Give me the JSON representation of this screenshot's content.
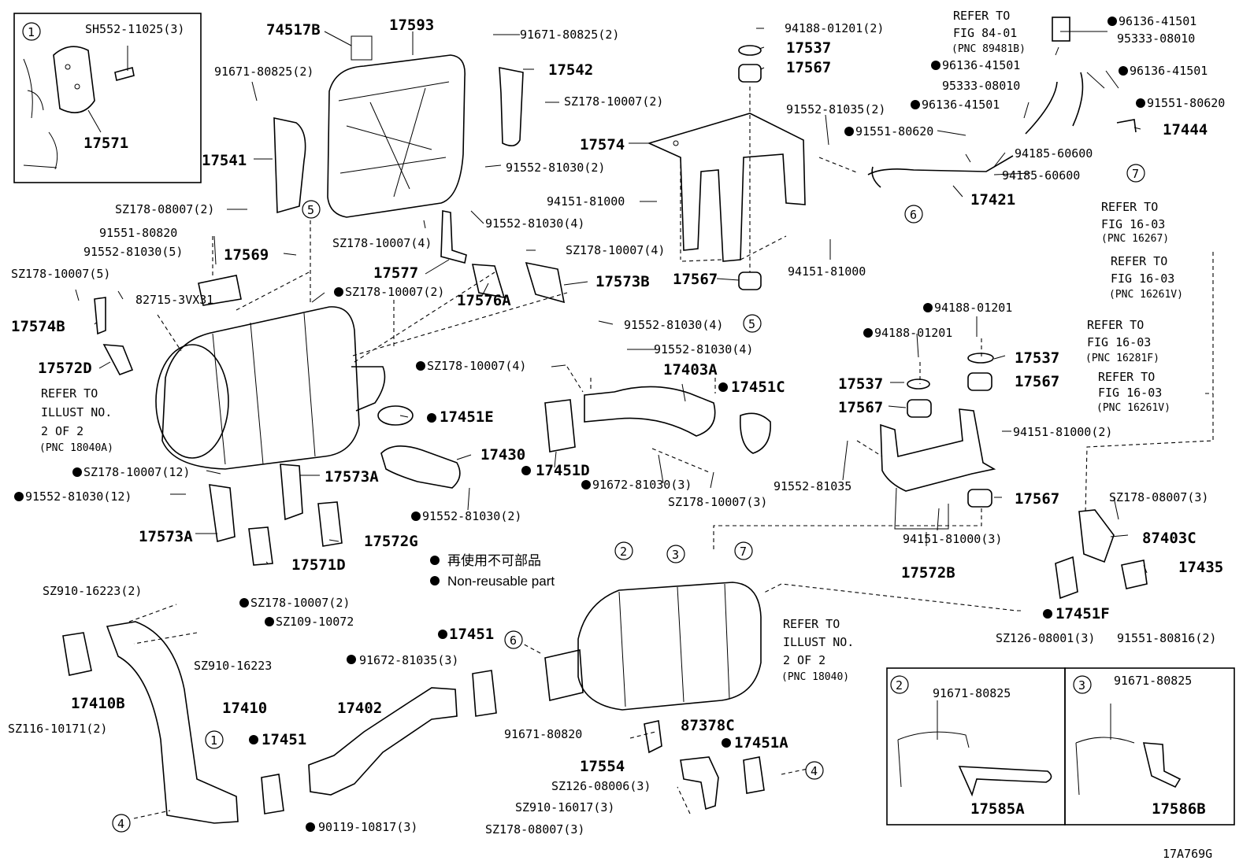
{
  "diagram_code": "17A769G",
  "legend": {
    "jp": "再使用不可部品",
    "en": "Non-reusable part"
  },
  "notes": {
    "refer_84_01": [
      "REFER TO",
      "FIG 84-01",
      "(PNC 89481B)"
    ],
    "refer_16267": [
      "REFER TO",
      "FIG 16-03",
      "(PNC 16267)"
    ],
    "refer_16261v_a": [
      "REFER TO",
      "FIG 16-03",
      "(PNC 16261V)"
    ],
    "refer_16281f": [
      "REFER TO",
      "FIG 16-03",
      "(PNC 16281F)"
    ],
    "refer_16261v_b": [
      "REFER TO",
      "FIG 16-03",
      "(PNC 16261V)"
    ],
    "illust_18040a": [
      "REFER TO",
      "ILLUST NO.",
      "2 OF 2",
      "(PNC 18040A)"
    ],
    "illust_18040": [
      "REFER TO",
      "ILLUST NO.",
      "2 OF 2",
      "(PNC 18040)"
    ]
  },
  "callouts": [
    "1",
    "2",
    "3",
    "4",
    "5",
    "6",
    "7"
  ],
  "parts": [
    {
      "id": "p17571",
      "text": "17571"
    },
    {
      "id": "psh552",
      "text": "SH552-11025(3)"
    },
    {
      "id": "p74517b",
      "text": "74517B"
    },
    {
      "id": "p17593",
      "text": "17593"
    },
    {
      "id": "p91671a",
      "text": "91671-80825(2)"
    },
    {
      "id": "p91671b",
      "text": "91671-80825(2)"
    },
    {
      "id": "p17542",
      "text": "17542"
    },
    {
      "id": "p17541",
      "text": "17541"
    },
    {
      "id": "psz10007a",
      "text": "SZ178-10007(2)"
    },
    {
      "id": "p91552a",
      "text": "91552-81030(2)"
    },
    {
      "id": "p94188a",
      "text": "94188-01201(2)"
    },
    {
      "id": "p17537a",
      "text": "17537"
    },
    {
      "id": "p17567a",
      "text": "17567"
    },
    {
      "id": "p91552b",
      "text": "91552-81035(2)"
    },
    {
      "id": "p17574",
      "text": "17574"
    },
    {
      "id": "p91551a",
      "text": "91551-80620"
    },
    {
      "id": "p96136a",
      "text": "96136-41501"
    },
    {
      "id": "p96136b",
      "text": "96136-41501"
    },
    {
      "id": "p96136c",
      "text": "96136-41501"
    },
    {
      "id": "p96136d",
      "text": "96136-41501"
    },
    {
      "id": "p95333a",
      "text": "95333-08010"
    },
    {
      "id": "p95333b",
      "text": "95333-08010"
    },
    {
      "id": "p91551b",
      "text": "91551-80620"
    },
    {
      "id": "p17444",
      "text": "17444"
    },
    {
      "id": "p94185a",
      "text": "94185-60600"
    },
    {
      "id": "p94185b",
      "text": "94185-60600"
    },
    {
      "id": "p17421",
      "text": "17421"
    },
    {
      "id": "psz08007a",
      "text": "SZ178-08007(2)"
    },
    {
      "id": "p94151a",
      "text": "94151-81000"
    },
    {
      "id": "p91552c",
      "text": "91552-81030(4)"
    },
    {
      "id": "p91551c",
      "text": "91551-80820"
    },
    {
      "id": "p91552d",
      "text": "91552-81030(5)"
    },
    {
      "id": "p17569",
      "text": "17569"
    },
    {
      "id": "psz10007b",
      "text": "SZ178-10007(4)"
    },
    {
      "id": "psz10007c",
      "text": "SZ178-10007(4)"
    },
    {
      "id": "p94151b",
      "text": "94151-81000"
    },
    {
      "id": "psz10007d",
      "text": "SZ178-10007(5)"
    },
    {
      "id": "p17577",
      "text": "17577"
    },
    {
      "id": "p17573b",
      "text": "17573B"
    },
    {
      "id": "p17567b",
      "text": "17567"
    },
    {
      "id": "p82715",
      "text": "82715-3VX31"
    },
    {
      "id": "psz10007e",
      "text": "SZ178-10007(2)"
    },
    {
      "id": "p17576a",
      "text": "17576A"
    },
    {
      "id": "p17574b",
      "text": "17574B"
    },
    {
      "id": "p91552e",
      "text": "91552-81030(4)"
    },
    {
      "id": "p94188b",
      "text": "94188-01201"
    },
    {
      "id": "p94188c",
      "text": "94188-01201"
    },
    {
      "id": "p17572d",
      "text": "17572D"
    },
    {
      "id": "p91552f",
      "text": "91552-81030(4)"
    },
    {
      "id": "psz10007f",
      "text": "SZ178-10007(4)"
    },
    {
      "id": "p17403a",
      "text": "17403A"
    },
    {
      "id": "p17451c",
      "text": "17451C"
    },
    {
      "id": "p17537b",
      "text": "17537"
    },
    {
      "id": "p17537c",
      "text": "17537"
    },
    {
      "id": "p17567c",
      "text": "17567"
    },
    {
      "id": "p17567d",
      "text": "17567"
    },
    {
      "id": "p17451e",
      "text": "17451E"
    },
    {
      "id": "p94151c",
      "text": "94151-81000(2)"
    },
    {
      "id": "p17430",
      "text": "17430"
    },
    {
      "id": "p17451d",
      "text": "17451D"
    },
    {
      "id": "p91672a",
      "text": "91672-81030(3)"
    },
    {
      "id": "p91552g",
      "text": "91552-81035"
    },
    {
      "id": "psz10007g",
      "text": "SZ178-10007(12)"
    },
    {
      "id": "psz10007h",
      "text": "SZ178-10007(3)"
    },
    {
      "id": "p91552h",
      "text": "91552-81030(12)"
    },
    {
      "id": "p17573a1",
      "text": "17573A"
    },
    {
      "id": "p91552i",
      "text": "91552-81030(2)"
    },
    {
      "id": "p17567e",
      "text": "17567"
    },
    {
      "id": "psz08007b",
      "text": "SZ178-08007(3)"
    },
    {
      "id": "p87403c",
      "text": "87403C"
    },
    {
      "id": "p17573a2",
      "text": "17573A"
    },
    {
      "id": "p17572g",
      "text": "17572G"
    },
    {
      "id": "p94151d",
      "text": "94151-81000(3)"
    },
    {
      "id": "p17571d",
      "text": "17571D"
    },
    {
      "id": "p17572b",
      "text": "17572B"
    },
    {
      "id": "p17435",
      "text": "17435"
    },
    {
      "id": "psz16223a",
      "text": "SZ910-16223(2)"
    },
    {
      "id": "psz10007i",
      "text": "SZ178-10007(2)"
    },
    {
      "id": "psz10072",
      "text": "SZ109-10072"
    },
    {
      "id": "p17451f",
      "text": "17451F"
    },
    {
      "id": "psz16223b",
      "text": "SZ910-16223"
    },
    {
      "id": "psz08001",
      "text": "SZ126-08001(3)"
    },
    {
      "id": "p91551d",
      "text": "91551-80816(2)"
    },
    {
      "id": "p17451a",
      "text": "17451"
    },
    {
      "id": "p91672b",
      "text": "91672-81035(3)"
    },
    {
      "id": "p17410b",
      "text": "17410B"
    },
    {
      "id": "p17410",
      "text": "17410"
    },
    {
      "id": "p17402",
      "text": "17402"
    },
    {
      "id": "p91671c",
      "text": "91671-80825"
    },
    {
      "id": "p91671d",
      "text": "91671-80825"
    },
    {
      "id": "p87378c",
      "text": "87378C"
    },
    {
      "id": "p91671e",
      "text": "91671-80820"
    },
    {
      "id": "psz10171",
      "text": "SZ116-10171(2)"
    },
    {
      "id": "p17451b",
      "text": "17451"
    },
    {
      "id": "p17451g",
      "text": "17451A"
    },
    {
      "id": "p17554",
      "text": "17554"
    },
    {
      "id": "psz08006",
      "text": "SZ126-08006(3)"
    },
    {
      "id": "psz16017",
      "text": "SZ910-16017(3)"
    },
    {
      "id": "p90119",
      "text": "90119-10817(3)"
    },
    {
      "id": "psz08007c",
      "text": "SZ178-08007(3)"
    },
    {
      "id": "p17585a",
      "text": "17585A"
    },
    {
      "id": "p17586b",
      "text": "17586B"
    }
  ]
}
